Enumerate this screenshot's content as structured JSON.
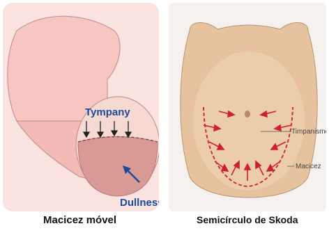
{
  "left_figure": {
    "label_tympany": "Tympany",
    "label_dullness": "Dullness",
    "caption": "Macicez móvel"
  },
  "right_figure": {
    "label_timpanismo": "Timpanismo",
    "label_macicez": "Macicez",
    "caption": "Semicírculo de Skoda"
  },
  "colors": {
    "body_skin": "#f7c6c2",
    "dull_region": "#d99a95",
    "arrow_blue": "#1a4a9a",
    "arrow_red": "#d0202a",
    "right_skin": "#e6c39e"
  }
}
